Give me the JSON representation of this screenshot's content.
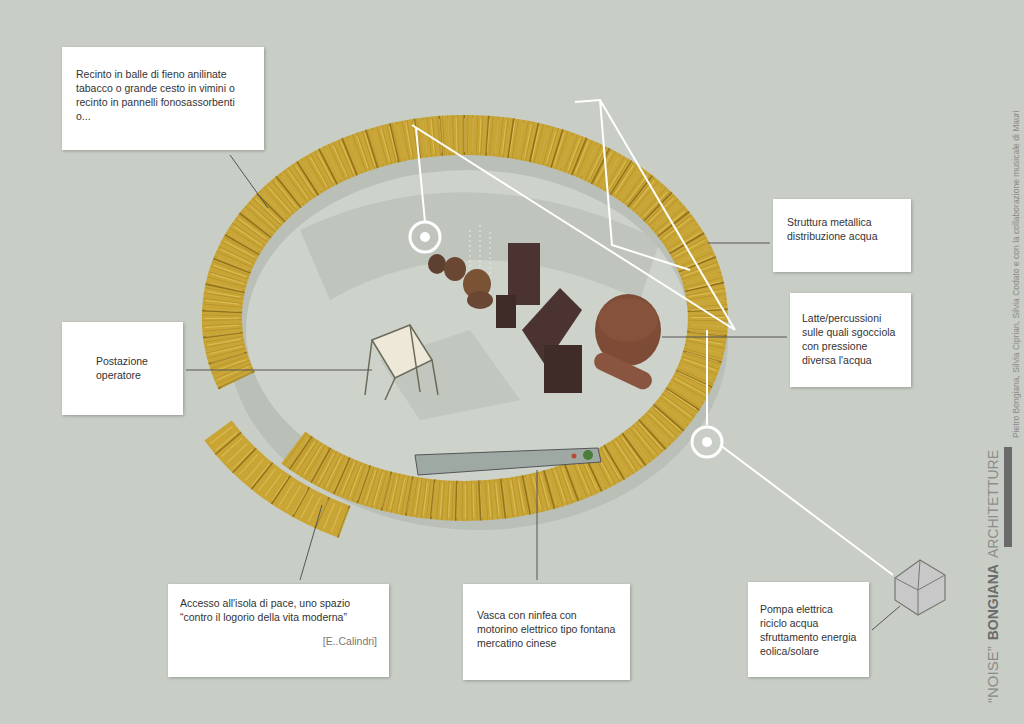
{
  "diagram": {
    "nodes": [
      {
        "text": [
          "Recinto in balle di fieno anilinate tabacco o grande cesto in vimini o recinto in pannelli fonosassorbenti o..."
        ]
      },
      {
        "text": [
          "Struttura metallica distribuzione acqua"
        ]
      },
      {
        "text": [
          "Postazione operatore"
        ]
      },
      {
        "text": [
          "Latte/percussioni sulle quali sgocciola con pressione diversa l'acqua"
        ]
      },
      {
        "text": [
          "Accesso all'isola di pace, uno spazio “contro il logorio della vita moderna”",
          "[E..Calindri]"
        ]
      },
      {
        "text": [
          "Vasca con ninfea con motorino elettrico tipo fontana mercatino cinese"
        ]
      },
      {
        "text": [
          "Pompa elettrica riciclo acqua sfruttamento energia eolica/solare"
        ]
      }
    ],
    "labels": [
      "“NOISE”",
      "BONGIANA",
      "ARCHITETTURE",
      "Pietro Bongiana, Silvia Ciprian, Silvia Codato e con la collaborazione musicale di Mauri"
    ]
  }
}
